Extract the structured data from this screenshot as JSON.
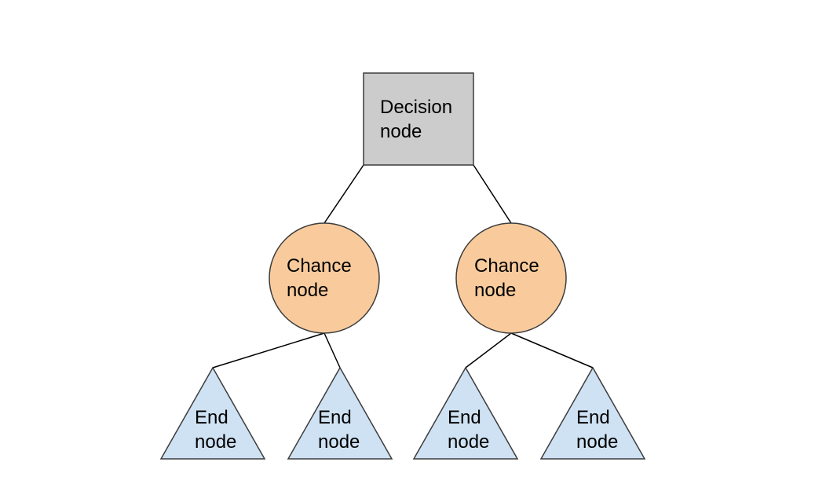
{
  "diagram": {
    "colors": {
      "decision_fill": "#cccccc",
      "chance_fill": "#f9cb9c",
      "end_fill": "#cfe2f3",
      "stroke": "#3c3c3c",
      "edge": "#000000"
    },
    "decision": {
      "line1": "Decision",
      "line2": "node"
    },
    "chance": [
      {
        "line1": "Chance",
        "line2": "node"
      },
      {
        "line1": "Chance",
        "line2": "node"
      }
    ],
    "end": [
      {
        "line1": "End",
        "line2": "node"
      },
      {
        "line1": "End",
        "line2": "node"
      },
      {
        "line1": "End",
        "line2": "node"
      },
      {
        "line1": "End",
        "line2": "node"
      }
    ]
  }
}
